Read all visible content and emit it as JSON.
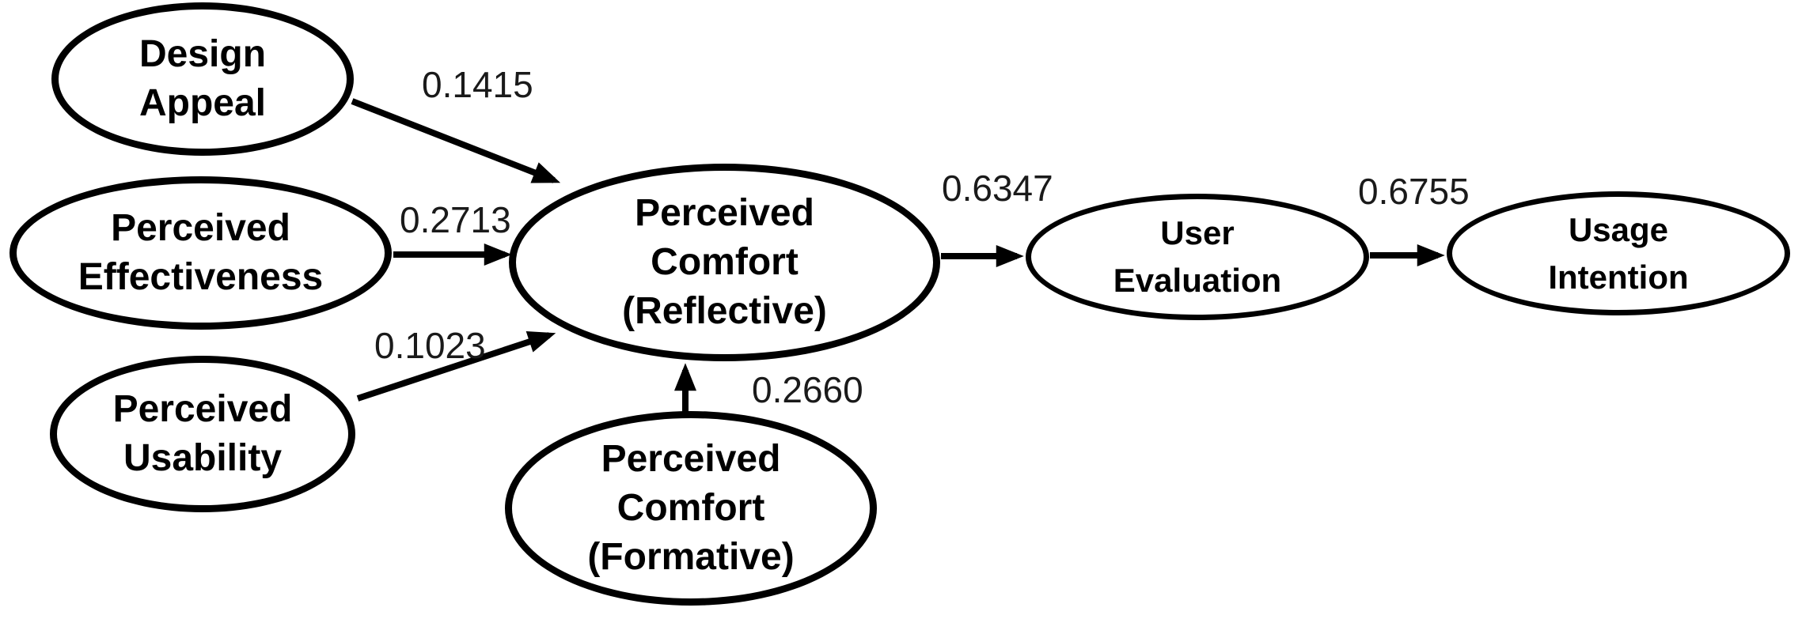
{
  "figure": {
    "background_color": "#ffffff",
    "stroke_color": "#000000",
    "text_color": "#000000",
    "description": "Structural model path diagram with standardized path coefficients"
  },
  "diagram": {
    "type": "sem-path-model",
    "nodes": [
      {
        "id": "design-appeal",
        "label": "Design Appeal",
        "lines": [
          "Design",
          "Appeal"
        ]
      },
      {
        "id": "perceived-effectiveness",
        "label": "Perceived Effectiveness",
        "lines": [
          "Perceived",
          "Effectiveness"
        ]
      },
      {
        "id": "perceived-usability",
        "label": "Perceived Usability",
        "lines": [
          "Perceived",
          "Usability"
        ]
      },
      {
        "id": "perceived-comfort-reflective",
        "label": "Perceived Comfort (Reflective)",
        "lines": [
          "Perceived",
          "Comfort",
          "(Reflective)"
        ]
      },
      {
        "id": "perceived-comfort-formative",
        "label": "Perceived Comfort (Formative)",
        "lines": [
          "Perceived",
          "Comfort",
          "(Formative)"
        ]
      },
      {
        "id": "user-evaluation",
        "label": "User Evaluation",
        "lines": [
          "User",
          "Evaluation"
        ]
      },
      {
        "id": "usage-intention",
        "label": "Usage Intention",
        "lines": [
          "Usage",
          "Intention"
        ]
      }
    ],
    "paths": [
      {
        "from": "Design Appeal",
        "to": "Perceived Comfort (Reflective)",
        "coefficient": "0.1415"
      },
      {
        "from": "Perceived Effectiveness",
        "to": "Perceived Comfort (Reflective)",
        "coefficient": "0.2713"
      },
      {
        "from": "Perceived Usability",
        "to": "Perceived Comfort (Reflective)",
        "coefficient": "0.1023"
      },
      {
        "from": "Perceived Comfort (Formative)",
        "to": "Perceived Comfort (Reflective)",
        "coefficient": "0.2660"
      },
      {
        "from": "Perceived Comfort (Reflective)",
        "to": "User Evaluation",
        "coefficient": "0.6347"
      },
      {
        "from": "User Evaluation",
        "to": "Usage Intention",
        "coefficient": "0.6755"
      }
    ]
  }
}
